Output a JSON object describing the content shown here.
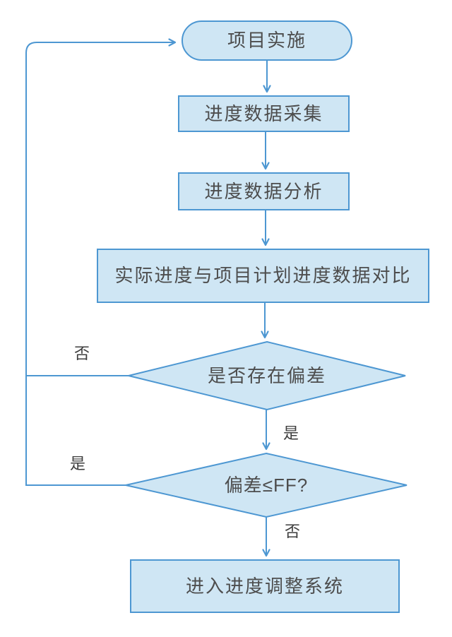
{
  "diagram": {
    "type": "flowchart",
    "nodes": {
      "start": {
        "label": "项目实施",
        "shape": "terminator"
      },
      "collect": {
        "label": "进度数据采集",
        "shape": "process"
      },
      "analyze": {
        "label": "进度数据分析",
        "shape": "process"
      },
      "compare": {
        "label": "实际进度与项目计划进度数据对比",
        "shape": "process"
      },
      "check_deviation": {
        "label": "是否存在偏差",
        "shape": "decision"
      },
      "check_ff": {
        "label": "偏差≤FF?",
        "shape": "decision"
      },
      "adjust": {
        "label": "进入进度调整系统",
        "shape": "process"
      }
    },
    "edge_labels": {
      "deviation_no": "否",
      "deviation_yes": "是",
      "ff_yes": "是",
      "ff_no": "否"
    },
    "colors": {
      "node_fill": "#cfe6f4",
      "node_stroke": "#4d97d2",
      "line": "#4d97d2",
      "node_text": "#4d4d4d",
      "label_text": "#3d3d3d",
      "canvas_bg": "#ffffff"
    }
  }
}
